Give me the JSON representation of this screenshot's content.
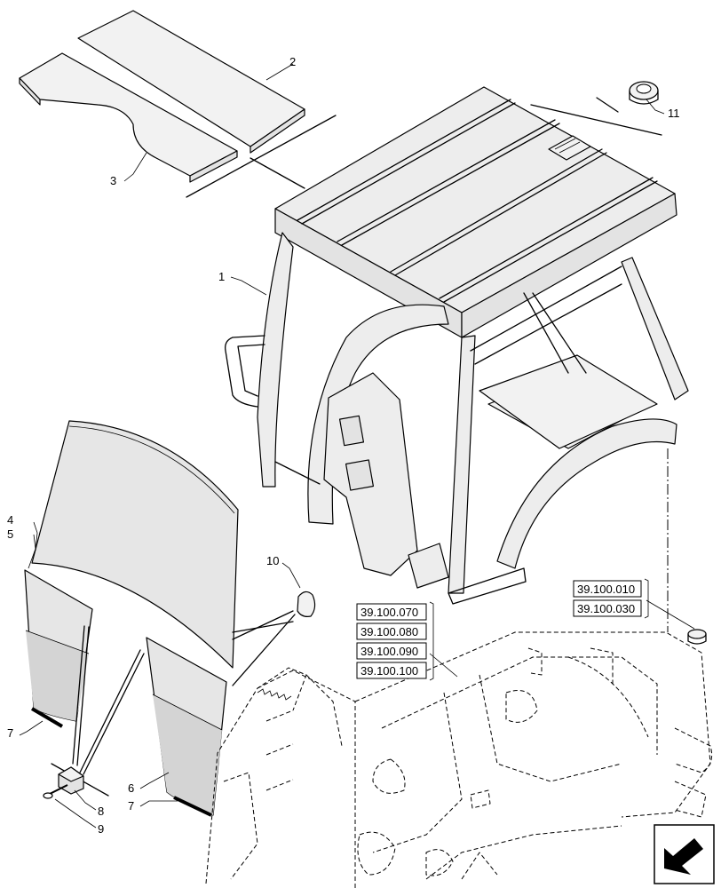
{
  "callouts": {
    "c1": "1",
    "c2": "2",
    "c3": "3",
    "c4": "4",
    "c5": "5",
    "c6": "6",
    "c7a": "7",
    "c7b": "7",
    "c8": "8",
    "c9": "9",
    "c10": "10",
    "c11": "11"
  },
  "references": {
    "left_group": [
      "39.100.070",
      "39.100.080",
      "39.100.090",
      "39.100.100"
    ],
    "right_group": [
      "39.100.010",
      "39.100.030"
    ]
  },
  "nav_icon": "arrow-left-down-icon"
}
